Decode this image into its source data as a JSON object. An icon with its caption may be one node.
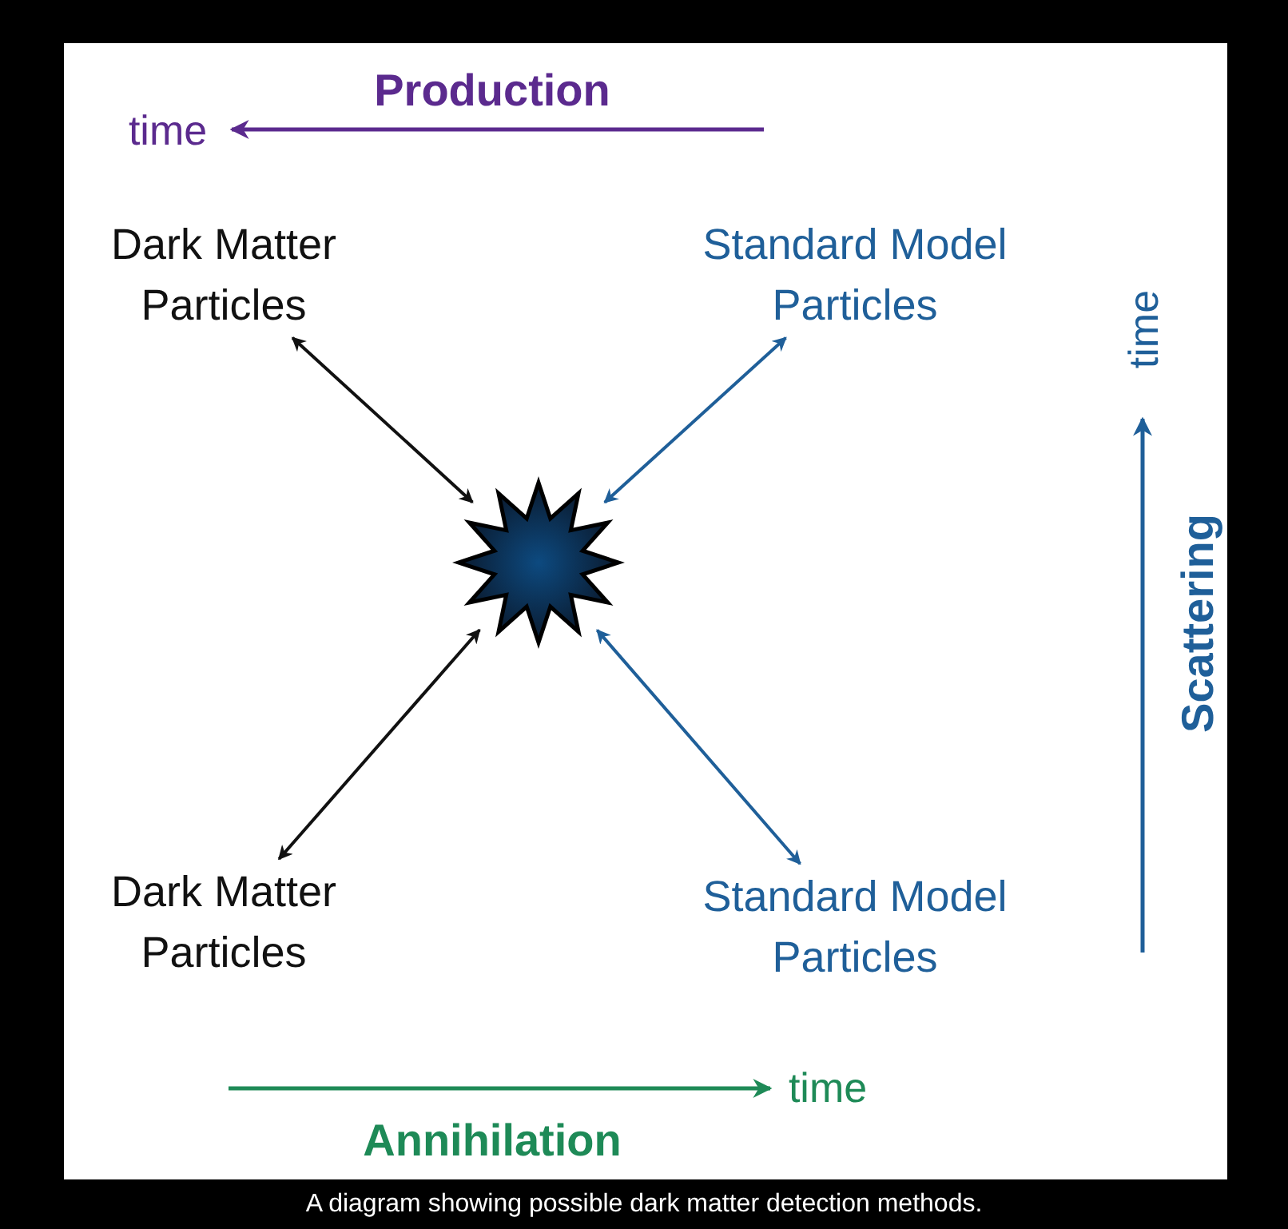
{
  "diagram": {
    "caption": "A diagram showing possible dark matter detection methods.",
    "nodes": [
      {
        "text": [
          "Dark Matter Particles"
        ]
      },
      {
        "text": [
          "Standard Model Particles"
        ]
      },
      {
        "text": [],
        "shape": "star"
      },
      {
        "text": [
          "Dark Matter Particles"
        ]
      },
      {
        "text": [
          "Standard Model Particles"
        ]
      }
    ],
    "edges": [
      {
        "from": 0,
        "to": 2,
        "arrow": "both"
      },
      {
        "from": 1,
        "to": 2,
        "arrow": "both",
        "color": "#1f5f99"
      },
      {
        "from": 3,
        "to": 2,
        "arrow": "both"
      },
      {
        "from": 4,
        "to": 2,
        "arrow": "both",
        "color": "#1f5f99"
      }
    ],
    "labels": [
      "Production",
      "time",
      "time",
      "Scattering",
      "time",
      "Annihilation"
    ]
  }
}
